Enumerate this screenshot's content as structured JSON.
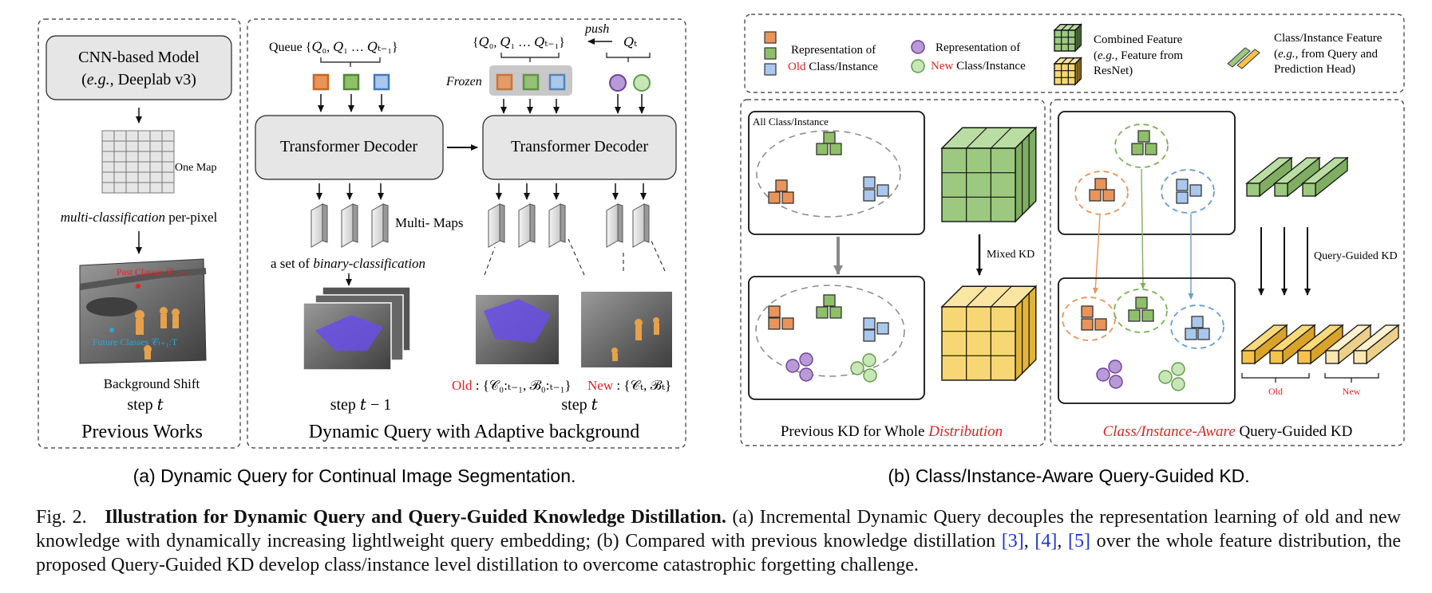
{
  "panel_a": {
    "previous": {
      "model_line1": "CNN-based Model",
      "model_line2_pre": "(",
      "model_line2_it": "e.g.,",
      "model_line2_post": " Deeplab v3)",
      "one_map": "One Map",
      "multi_cls_it": "multi-classification",
      "multi_cls_rest": " per-pixel",
      "past_classes": "Past Classes 𝒞₀:ₜ₋₁",
      "future_classes": "Future Classes 𝒞ₜ₊₁:T",
      "bg_shift": "Background Shift",
      "step": "step 𝑡",
      "title": "Previous Works"
    },
    "dynamic": {
      "queue": "Queue {𝑄₀, 𝑄₁ … 𝑄ₜ₋₁}",
      "queue2": "{𝑄₀, 𝑄₁ … 𝑄ₜ₋₁}",
      "push": "push",
      "qt": "𝑄ₜ",
      "frozen": "Frozen",
      "decoder1": "Transformer Decoder",
      "decoder2": "Transformer Decoder",
      "multi_maps": "Multi- Maps",
      "binary_pre": "a set of ",
      "binary_it": "binary-classification",
      "old_label": "Old",
      "old_set": " : {𝒞₀:ₜ₋₁, ℬ₀:ₜ₋₁}",
      "new_label": "New",
      "new_set": " : {𝒞ₜ, ℬₜ}",
      "step_prev": "step 𝑡 − 1",
      "step_cur": "step 𝑡",
      "title": "Dynamic Query with Adaptive background"
    },
    "subcaption": "(a) Dynamic Query for Continual Image Segmentation."
  },
  "panel_b": {
    "legend": {
      "rep_old_1": "Representation of",
      "rep_old_red": "Old",
      "rep_old_rest": " Class/Instance",
      "rep_new_1": "Representation of",
      "rep_new_red": "New",
      "rep_new_rest": " Class/Instance",
      "combined_1": "Combined Feature",
      "combined_2_it": "e.g.,",
      "combined_2_rest": " Feature from",
      "combined_2_pre": "(",
      "combined_3": "ResNet)",
      "ci_1": "Class/Instance Feature",
      "ci_2_pre": "(",
      "ci_2_it": "e.g.,",
      "ci_2_rest": " from Query and",
      "ci_3": "Prediction Head)"
    },
    "all_class": "All Class/Instance",
    "mixed_kd": "Mixed KD",
    "query_guided_kd": "Query-Guided KD",
    "old_small": "Old",
    "new_small": "New",
    "prev_kd_pre": "Previous KD for Whole ",
    "prev_kd_red": "Distribution",
    "ci_aware_red": "Class/Instance-Aware",
    "ci_aware_rest": " Query-Guided KD",
    "subcaption": "(b) Class/Instance-Aware Query-Guided KD."
  },
  "caption": {
    "fig": "Fig. 2.",
    "bold": "Illustration for Dynamic Query and Query-Guided Knowledge Distillation.",
    "text1": " (a) Incremental Dynamic Query decouples the representation learning of old and new knowledge with dynamically increasing lightlweight query embedding; (b) Compared with previous knowledge distillation ",
    "ref3": "[3]",
    "sep1": ", ",
    "ref4": "[4]",
    "sep2": ", ",
    "ref5": "[5]",
    "text2": " over the whole feature distribution, the proposed Query-Guided KD develop class/instance level distillation to overcome catastrophic forgetting challenge."
  },
  "colors": {
    "orange": "#e8945a",
    "green": "#8fbf6a",
    "blue": "#a9c8ee",
    "purple": "#b89ad6",
    "lightgreen": "#c8e6b8",
    "red": "#e02424",
    "ref_blue": "#1a35d6",
    "feature_green": "#9cc97f",
    "feature_yellow": "#f6c24a"
  }
}
